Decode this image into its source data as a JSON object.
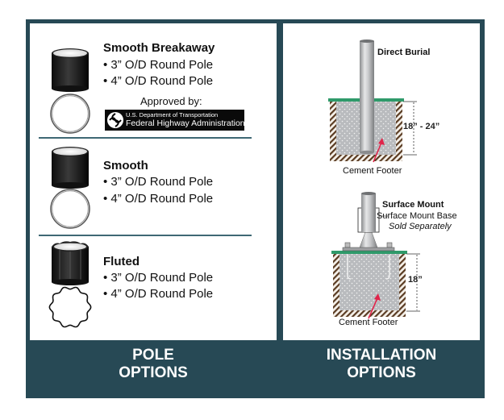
{
  "pole_options": {
    "caption_line1": "POLE",
    "caption_line2": "OPTIONS",
    "items": [
      {
        "title": "Smooth Breakaway",
        "bullets": [
          "• 3” O/D Round Pole",
          "• 4” O/D Round Pole"
        ]
      },
      {
        "title": "Smooth",
        "bullets": [
          "• 3” O/D Round Pole",
          "• 4” O/D Round Pole"
        ]
      },
      {
        "title": "Fluted",
        "bullets": [
          "• 3” O/D Round Pole",
          "• 4” O/D Round Pole"
        ]
      }
    ],
    "approved_by": "Approved by:",
    "fhwa_line1": "U.S. Department of Transportation",
    "fhwa_line2": "Federal Highway Administration"
  },
  "installation_options": {
    "caption_line1": "INSTALLATION",
    "caption_line2": "OPTIONS",
    "direct_burial": {
      "title": "Direct Burial",
      "depth": "18” - 24”",
      "footer_label": "Cement Footer"
    },
    "surface_mount": {
      "title": "Surface Mount",
      "base_label": "Surface Mount Base",
      "note": "Sold Separately",
      "depth": "18”",
      "footer_label": "Cement Footer"
    }
  },
  "colors": {
    "frame": "#274955",
    "grass": "#2f9a6a",
    "arrow": "#e0244a",
    "divider": "#3f6874"
  }
}
